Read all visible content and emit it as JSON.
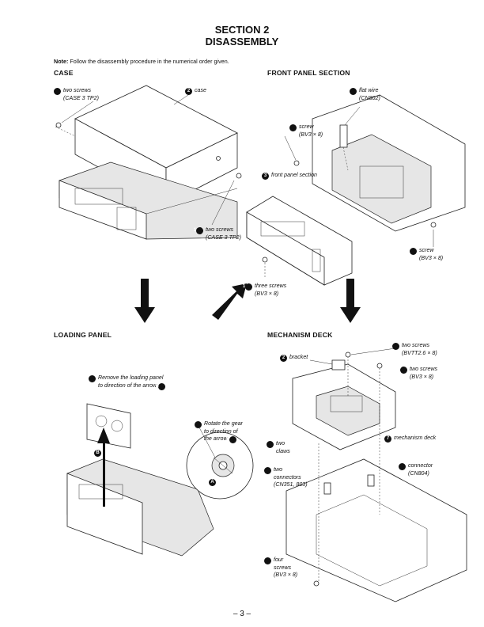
{
  "header": {
    "section": "SECTION  2",
    "title": "DISASSEMBLY"
  },
  "note": {
    "label": "Note:",
    "text": " Follow the disassembly procedure in the numerical order given."
  },
  "case": {
    "heading": "CASE",
    "c1": {
      "num": "1",
      "lines": [
        "two screws",
        "(CASE 3 TP2)"
      ]
    },
    "c2": {
      "num": "2",
      "lines": [
        "case"
      ]
    },
    "c1b": {
      "num": "1",
      "lines": [
        "two screws",
        "(CASE 3 TP2)"
      ]
    }
  },
  "front": {
    "heading": "FRONT  PANEL  SECTION",
    "c2": {
      "num": "2",
      "lines": [
        "flat wire",
        "(CN802)"
      ]
    },
    "c1a": {
      "num": "1",
      "lines": [
        "screw",
        "(BV3 × 8)"
      ]
    },
    "c3": {
      "num": "3",
      "lines": [
        "front panel section"
      ]
    },
    "c1b": {
      "num": "1",
      "lines": [
        "screw",
        "(BV3 × 8)"
      ]
    },
    "c1c": {
      "num": "1",
      "lines": [
        "three screws",
        "(BV3 × 8)"
      ]
    }
  },
  "loading": {
    "heading": "LOADING  PANEL",
    "c2": {
      "num": "2",
      "lines": [
        "Remove the loading panel",
        "to direction of the arrow"
      ],
      "mark": "B"
    },
    "c1": {
      "num": "1",
      "lines": [
        "Rotate the gear",
        "to direction of",
        "the arrow"
      ],
      "mark": "A"
    },
    "markA": "A",
    "markB": "B"
  },
  "mech": {
    "heading": "MECHANISM  DECK",
    "c1": {
      "num": "1",
      "lines": [
        "two screws",
        "(BVTT2.6 × 8)"
      ]
    },
    "c2": {
      "num": "2",
      "lines": [
        "bracket"
      ]
    },
    "c3": {
      "num": "3",
      "lines": [
        "two screws",
        "(BV3 × 8)"
      ]
    },
    "c6": {
      "num": "6",
      "lines": [
        "two",
        "claws"
      ]
    },
    "c7": {
      "num": "7",
      "lines": [
        "mechanism deck"
      ]
    },
    "c5a": {
      "num": "5",
      "lines": [
        "two",
        "connectors",
        "(CN351, 803)"
      ]
    },
    "c5b": {
      "num": "5",
      "lines": [
        "connector",
        "(CN804)"
      ]
    },
    "c4": {
      "num": "4",
      "lines": [
        "four",
        "screws",
        "(BV3 × 8)"
      ]
    }
  },
  "page_number": "– 3 –"
}
